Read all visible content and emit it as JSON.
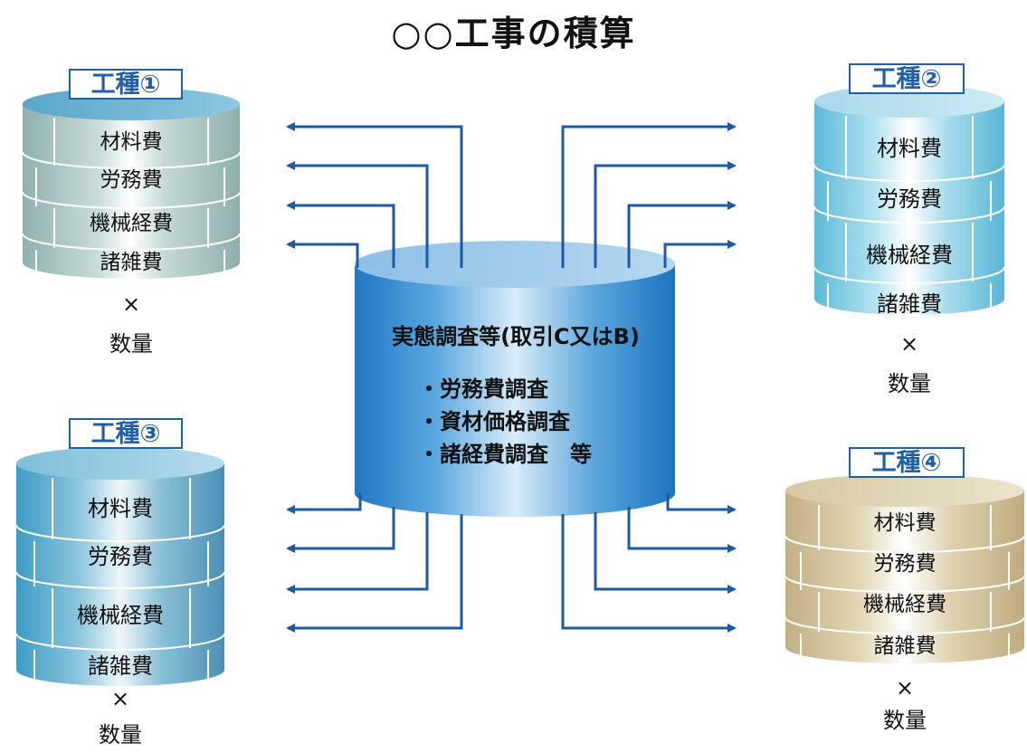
{
  "title": "○○工事の積算",
  "work_types": [
    {
      "tag": "工種①",
      "items": [
        "材料費",
        "労務費",
        "機械経費",
        "諸雑費"
      ],
      "times": "×",
      "quantity": "数量"
    },
    {
      "tag": "工種②",
      "items": [
        "材料費",
        "労務費",
        "機械経費",
        "諸雑費"
      ],
      "times": "×",
      "quantity": "数量"
    },
    {
      "tag": "工種③",
      "items": [
        "材料費",
        "労務費",
        "機械経費",
        "諸雑費"
      ],
      "times": "×",
      "quantity": "数量"
    },
    {
      "tag": "工種④",
      "items": [
        "材料費",
        "労務費",
        "機械経費",
        "諸雑費"
      ],
      "times": "×",
      "quantity": "数量"
    }
  ],
  "center": {
    "title": "実態調査等(取引C又はB)",
    "bullets": [
      "・労務費調査",
      "・資材価格調査",
      "・諸経費調査　等"
    ]
  },
  "colors": {
    "arrow": "#1a5aa6",
    "cyl1": "#a8c2c0",
    "cyl2": "#7ecbe0",
    "cyl3": "#5fa8c8",
    "cyl4": "#d4c49a",
    "center": "#2a86cf"
  }
}
